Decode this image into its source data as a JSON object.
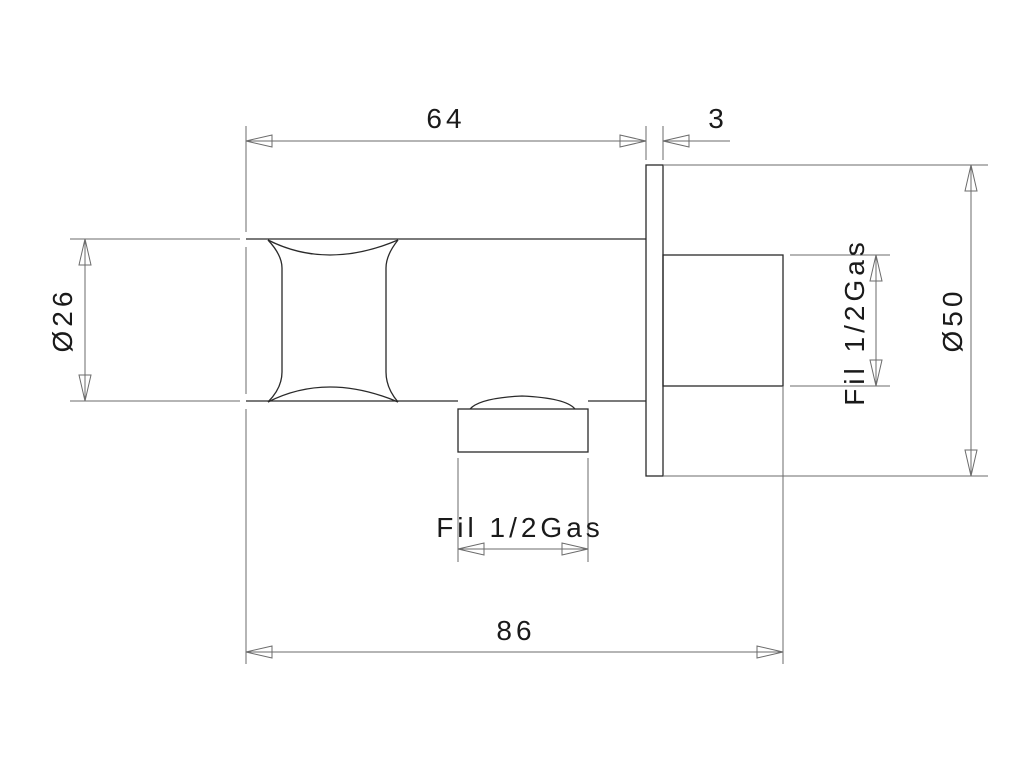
{
  "dimensions": {
    "length_body": "64",
    "flange_thickness": "3",
    "overall_length": "86",
    "body_diameter": "26",
    "flange_diameter": "50"
  },
  "threads": {
    "side_outlet": "Fil 1/2Gas",
    "rear_outlet": "Fil 1/2Gas"
  }
}
